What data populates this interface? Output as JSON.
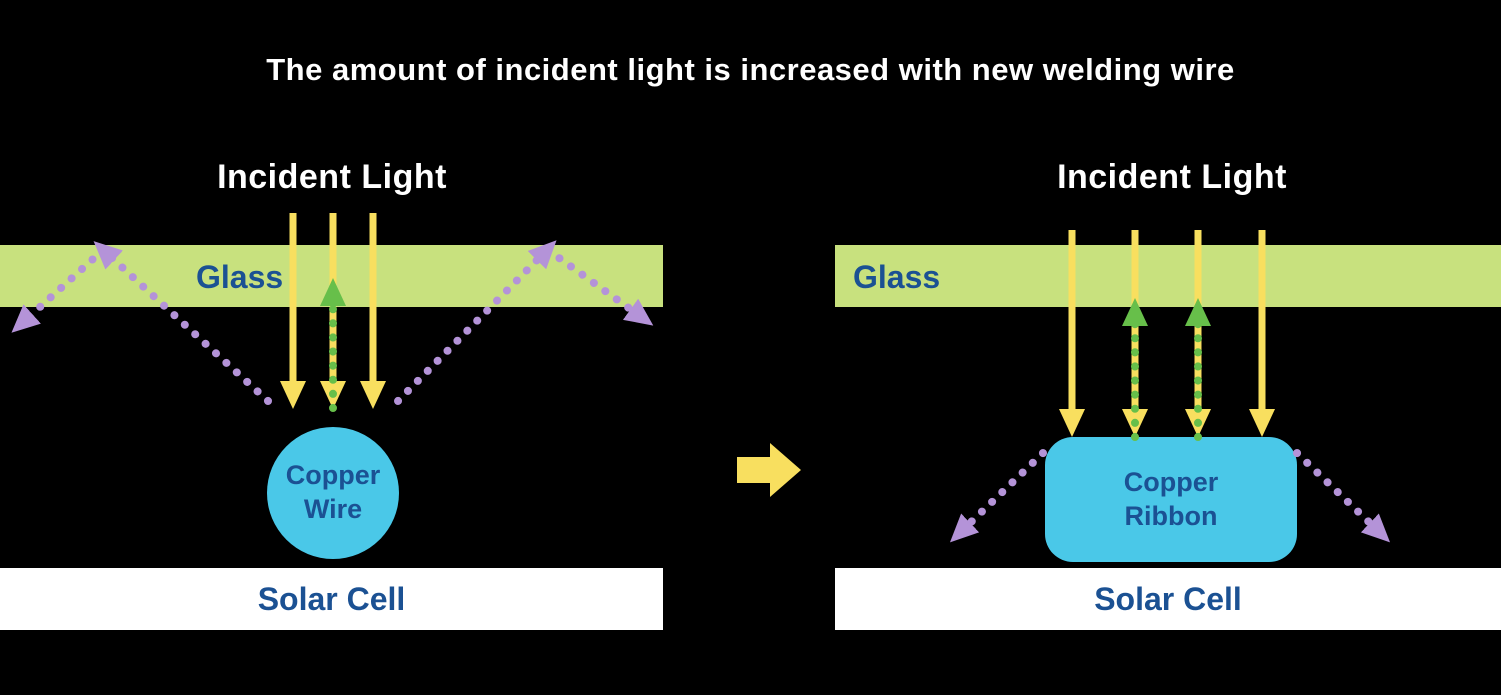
{
  "title": "The amount of incident light is increased with new welding wire",
  "colors": {
    "background": "#000000",
    "title_text": "#ffffff",
    "glass": "#c8e17e",
    "label_blue": "#1b5193",
    "yellow": "#f8df5f",
    "green": "#67bf4a",
    "purple": "#b493d8",
    "cyan": "#4ac8e8",
    "solar_cell": "#ffffff"
  },
  "left_panel": {
    "incident_light_label": "Incident Light",
    "glass_label": "Glass",
    "copper_line1": "Copper",
    "copper_line2": "Wire",
    "solar_cell_label": "Solar Cell"
  },
  "right_panel": {
    "incident_light_label": "Incident Light",
    "glass_label": "Glass",
    "copper_line1": "Copper",
    "copper_line2": "Ribbon",
    "solar_cell_label": "Solar Cell"
  }
}
